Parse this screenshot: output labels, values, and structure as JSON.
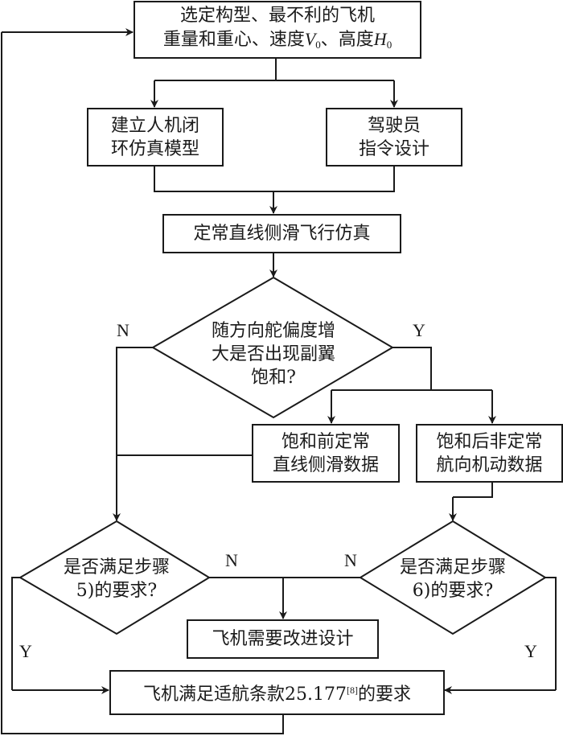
{
  "nodes": {
    "start": {
      "line1": "选定构型、最不利的飞机",
      "line2_prefix": "重量和重心、速度",
      "v_var": "V",
      "v_sub": "0",
      "line2_mid": "、高度",
      "h_var": "H",
      "h_sub": "0"
    },
    "model": {
      "line1": "建立人机闭",
      "line2": "环仿真模型"
    },
    "pilot": {
      "line1": "驾驶员",
      "line2": "指令设计"
    },
    "simulation": {
      "line1": "定常直线侧滑飞行仿真"
    },
    "decision_saturation": {
      "line1": "随方向舵偏度增",
      "line2": "大是否出现副翼",
      "line3": "饱和?"
    },
    "pre_saturation": {
      "line1": "饱和前定常",
      "line2": "直线侧滑数据"
    },
    "post_saturation": {
      "line1": "饱和后非定常",
      "line2": "航向机动数据"
    },
    "decision_step5": {
      "line1": "是否满足步骤",
      "line2": "5)的要求?"
    },
    "decision_step6": {
      "line1": "是否满足步骤",
      "line2": "6)的要求?"
    },
    "redesign": {
      "line1": "飞机需要改进设计"
    },
    "meets": {
      "prefix": "飞机满足适航条款25.177",
      "ref": "[8]",
      "suffix": "的要求"
    }
  },
  "edge_labels": {
    "saturation_no": "N",
    "saturation_yes": "Y",
    "step5_no": "N",
    "step6_no": "N",
    "step5_yes": "Y",
    "step6_yes": "Y"
  }
}
